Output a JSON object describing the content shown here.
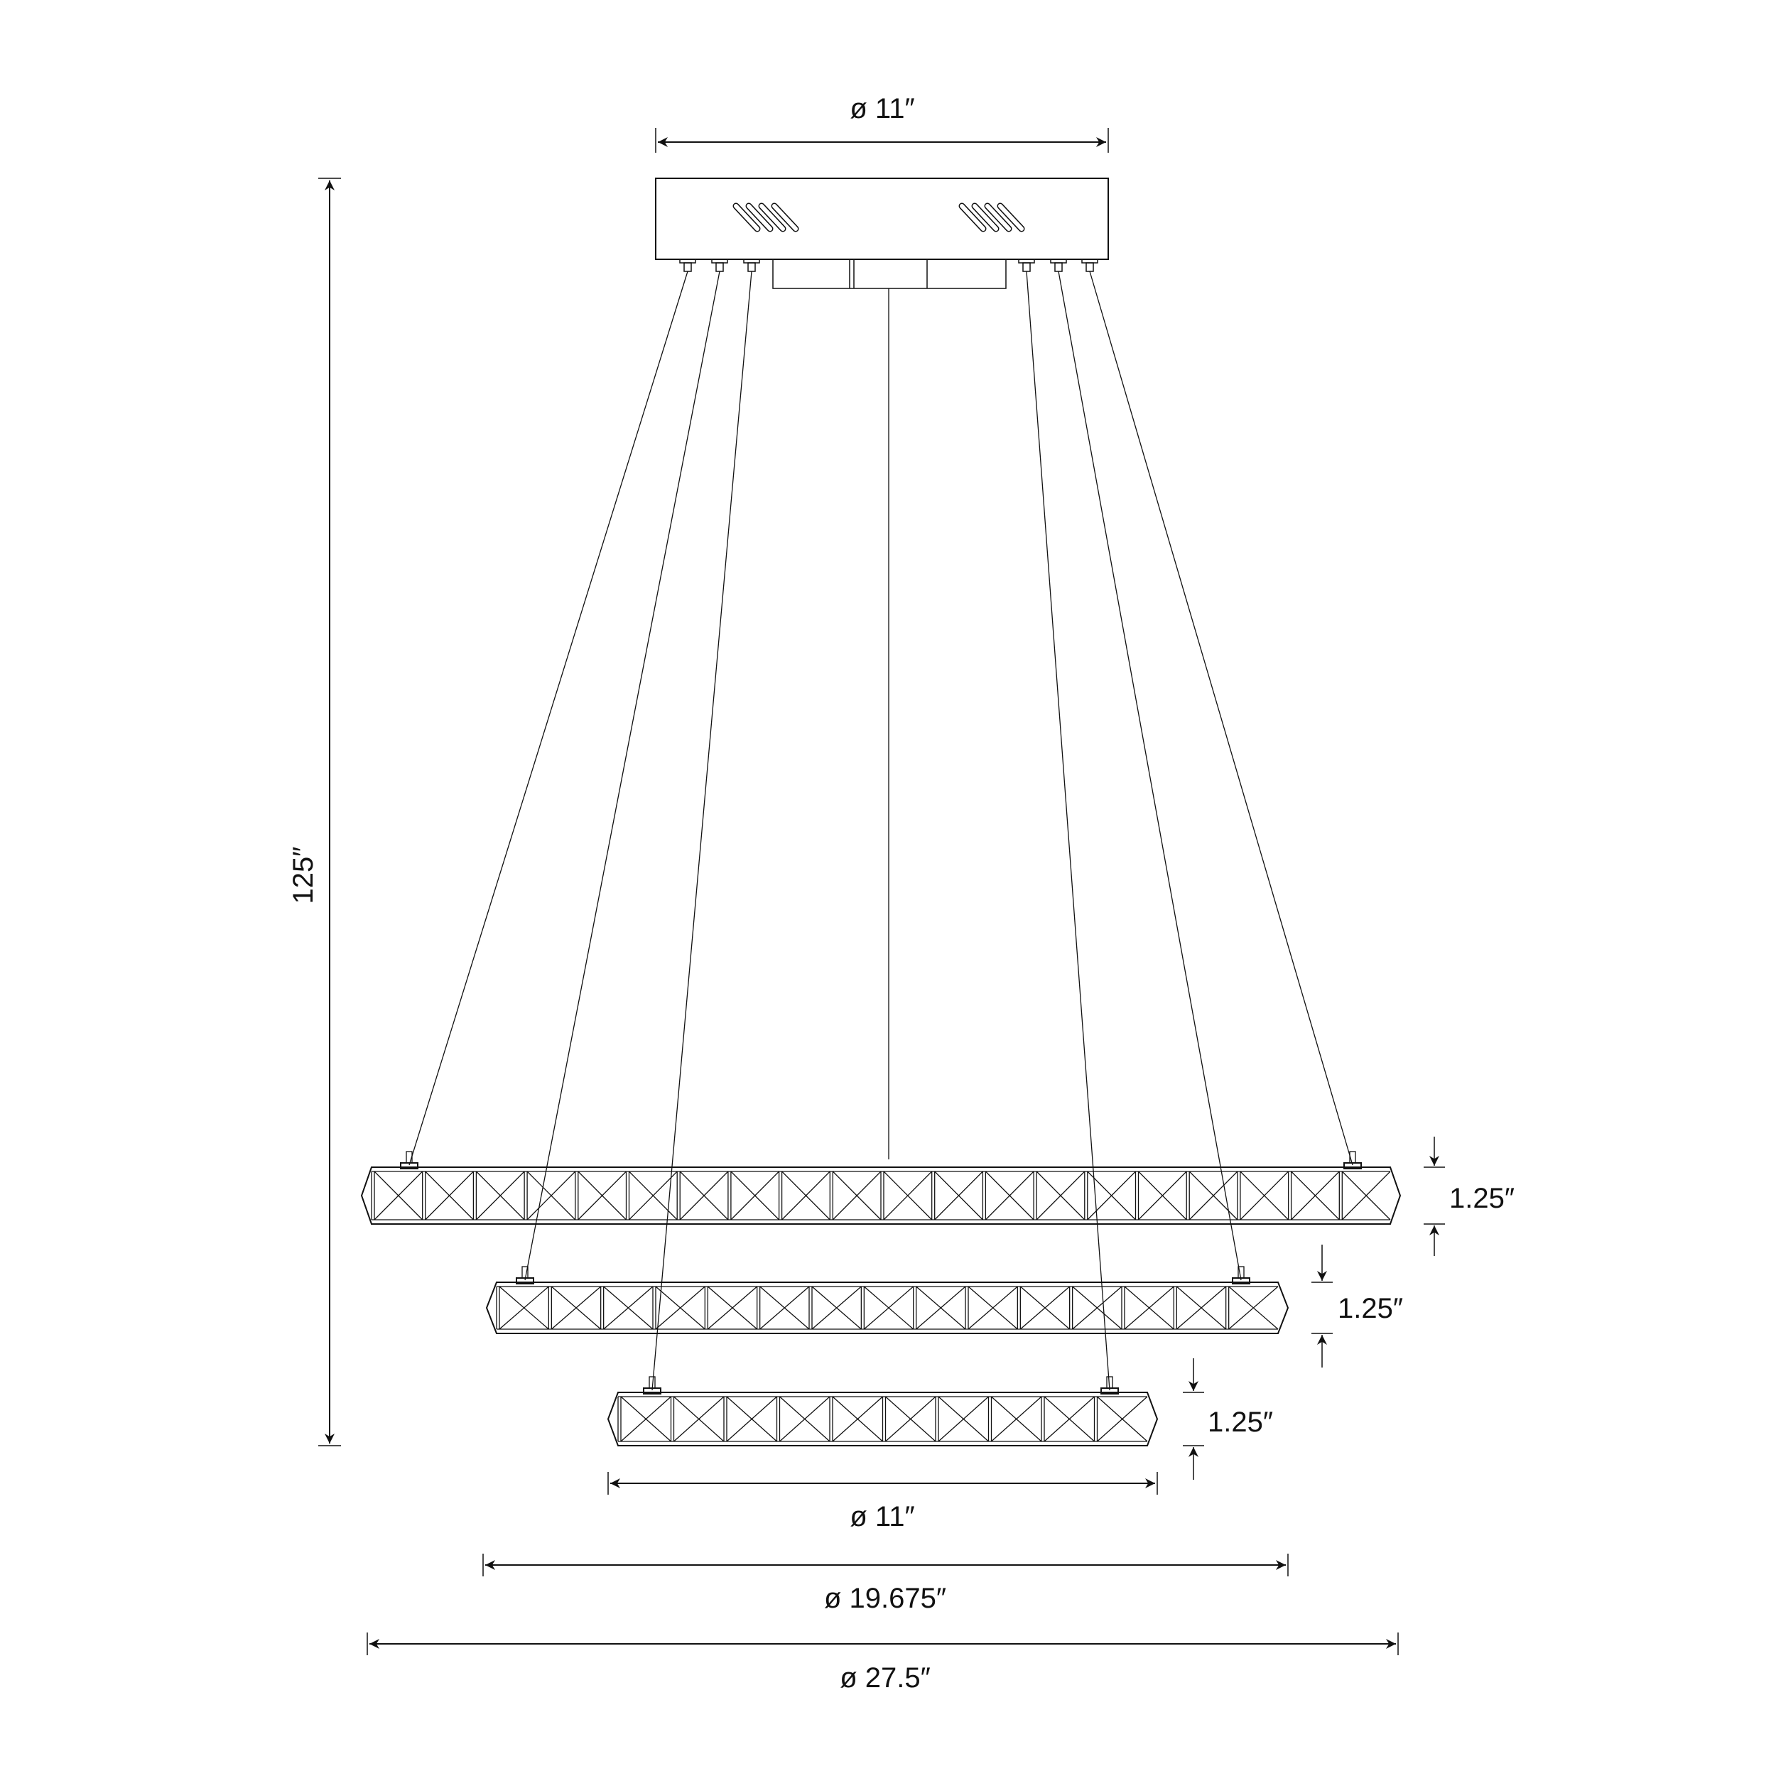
{
  "title": "Three-tier crystal ring chandelier dimension drawing",
  "dimensions": {
    "canopy_diameter": "ø 11″",
    "overall_height": "125″",
    "ring_large_height": "1.25″",
    "ring_medium_height": "1.25″",
    "ring_small_height": "1.25″",
    "ring_small_diameter": "ø 11″",
    "ring_medium_diameter": "ø 19.675″",
    "ring_large_diameter": "ø 27.5″"
  },
  "colors": {
    "line": "#111111",
    "background": "#ffffff"
  }
}
